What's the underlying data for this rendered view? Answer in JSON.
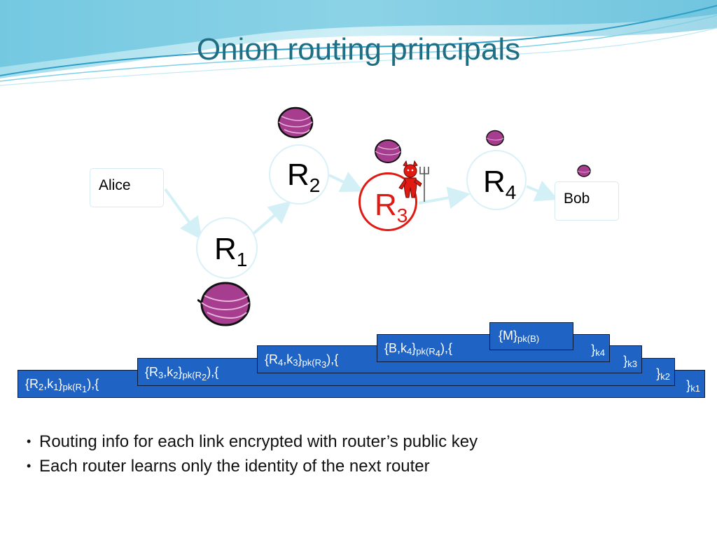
{
  "slide": {
    "title": "Onion routing principals"
  },
  "diagram": {
    "alice": "Alice",
    "bob": "Bob",
    "routers": [
      {
        "letter": "R",
        "index": "1"
      },
      {
        "letter": "R",
        "index": "2"
      },
      {
        "letter": "R",
        "index": "3",
        "compromised": true
      },
      {
        "letter": "R",
        "index": "4"
      }
    ],
    "colors": {
      "accent": "#1f6e84",
      "router_border": "#d9f1f8",
      "compromised": "#e01a12",
      "layer_fill": "#1f63c4",
      "onion": "#a63d8f",
      "arrow": "#d4f0f7"
    },
    "icons": [
      "onion-icon",
      "devil-icon"
    ]
  },
  "layers": [
    {
      "open": "{R",
      "a": "2",
      "mid": ",k",
      "b": "1",
      "close1": "}",
      "key": "pk(R",
      "keyidx": "1",
      "tail": "),{",
      "end": "}",
      "endsub": "k1"
    },
    {
      "open": "{R",
      "a": "3",
      "mid": ",k",
      "b": "2",
      "close1": "}",
      "key": "pk(R",
      "keyidx": "2",
      "tail": "),{",
      "end": "}",
      "endsub": "k2"
    },
    {
      "open": "{R",
      "a": "4",
      "mid": ",k",
      "b": "3",
      "close1": "}",
      "key": "pk(R",
      "keyidx": "3",
      "tail": "),{",
      "end": "}",
      "endsub": "k3"
    },
    {
      "open": "{B,k",
      "a": "4",
      "mid": "",
      "b": "",
      "close1": "}",
      "key": "pk(R",
      "keyidx": "4",
      "tail": "),{",
      "end": "}",
      "endsub": "k4"
    },
    {
      "open": "{M}",
      "key": "pk(B)"
    }
  ],
  "bullets": [
    "Routing info for each link encrypted with router’s public key",
    "Each router learns only the identity of the next router"
  ],
  "bullet_glyph": "•"
}
